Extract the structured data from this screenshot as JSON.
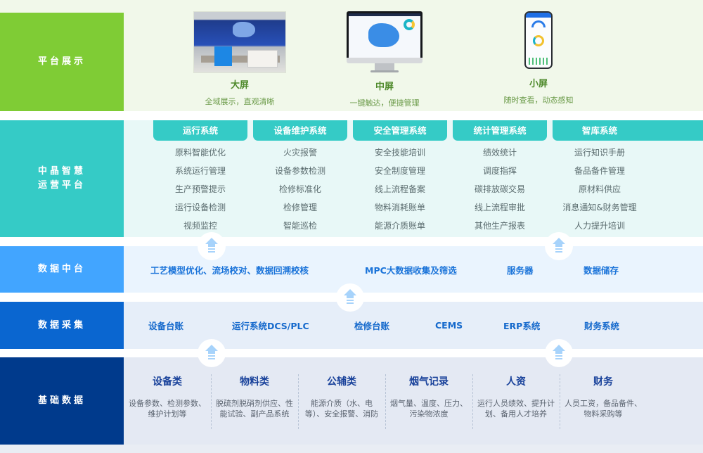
{
  "rows": {
    "platform_display": {
      "label": "平台展示",
      "color": "#7fcc35",
      "displays": [
        {
          "title": "大屏",
          "subtitle": "全域展示，直观清晰",
          "icon": "video-wall-image"
        },
        {
          "title": "中屏",
          "subtitle": "一键触达，便捷管理",
          "icon": "desktop-monitor-image"
        },
        {
          "title": "小屏",
          "subtitle": "随时查看，动态感知",
          "icon": "mobile-phone-image"
        }
      ]
    },
    "operations_platform": {
      "label_line1": "中晶智慧",
      "label_line2": "运营平台",
      "color": "#35cbc6",
      "columns": [
        {
          "title": "运行系统",
          "items": [
            "原料智能优化",
            "系统运行管理",
            "生产预警提示",
            "运行设备检测",
            "视频监控"
          ]
        },
        {
          "title": "设备维护系统",
          "items": [
            "火灾报警",
            "设备参数检测",
            "检修标准化",
            "检修管理",
            "智能巡检"
          ]
        },
        {
          "title": "安全管理系统",
          "items": [
            "安全技能培训",
            "安全制度管理",
            "线上流程备案",
            "物料消耗账单",
            "能源介质账单"
          ]
        },
        {
          "title": "统计管理系统",
          "items": [
            "绩效统计",
            "调度指挥",
            "碳排放碳交易",
            "线上流程审批",
            "其他生产报表"
          ]
        },
        {
          "title": "智库系统",
          "items": [
            "运行知识手册",
            "备品备件管理",
            "原材料供应",
            "消息通知&财务管理",
            "人力提升培训"
          ]
        }
      ]
    },
    "data_middle": {
      "label": "数据中台",
      "color": "#42a5ff",
      "items": [
        "工艺模型优化、流场校对、数据回溯校核",
        "MPC大数据收集及筛选",
        "服务器",
        "数据储存"
      ]
    },
    "data_collection": {
      "label": "数据采集",
      "color": "#0a66d0",
      "items": [
        "设备台账",
        "运行系统DCS/PLC",
        "检修台账",
        "CEMS",
        "ERP系统",
        "财务系统"
      ]
    },
    "base_data": {
      "label": "基础数据",
      "color": "#003a8c",
      "categories": [
        {
          "title": "设备类",
          "desc": "设备参数、检测参数、维护计划等"
        },
        {
          "title": "物料类",
          "desc": "脱硫剂脱硝剂供应、性能试验、副产品系统"
        },
        {
          "title": "公辅类",
          "desc": "能源介质（水、电等）、安全报警、消防"
        },
        {
          "title": "烟气记录",
          "desc": "烟气量、温度、压力、污染物浓度"
        },
        {
          "title": "人资",
          "desc": "运行人员绩效、提升计划、备用人才培养"
        },
        {
          "title": "财务",
          "desc": "人员工资，备品备件、物料采购等"
        }
      ]
    }
  },
  "arrow_icon": "up-arrow-icon"
}
